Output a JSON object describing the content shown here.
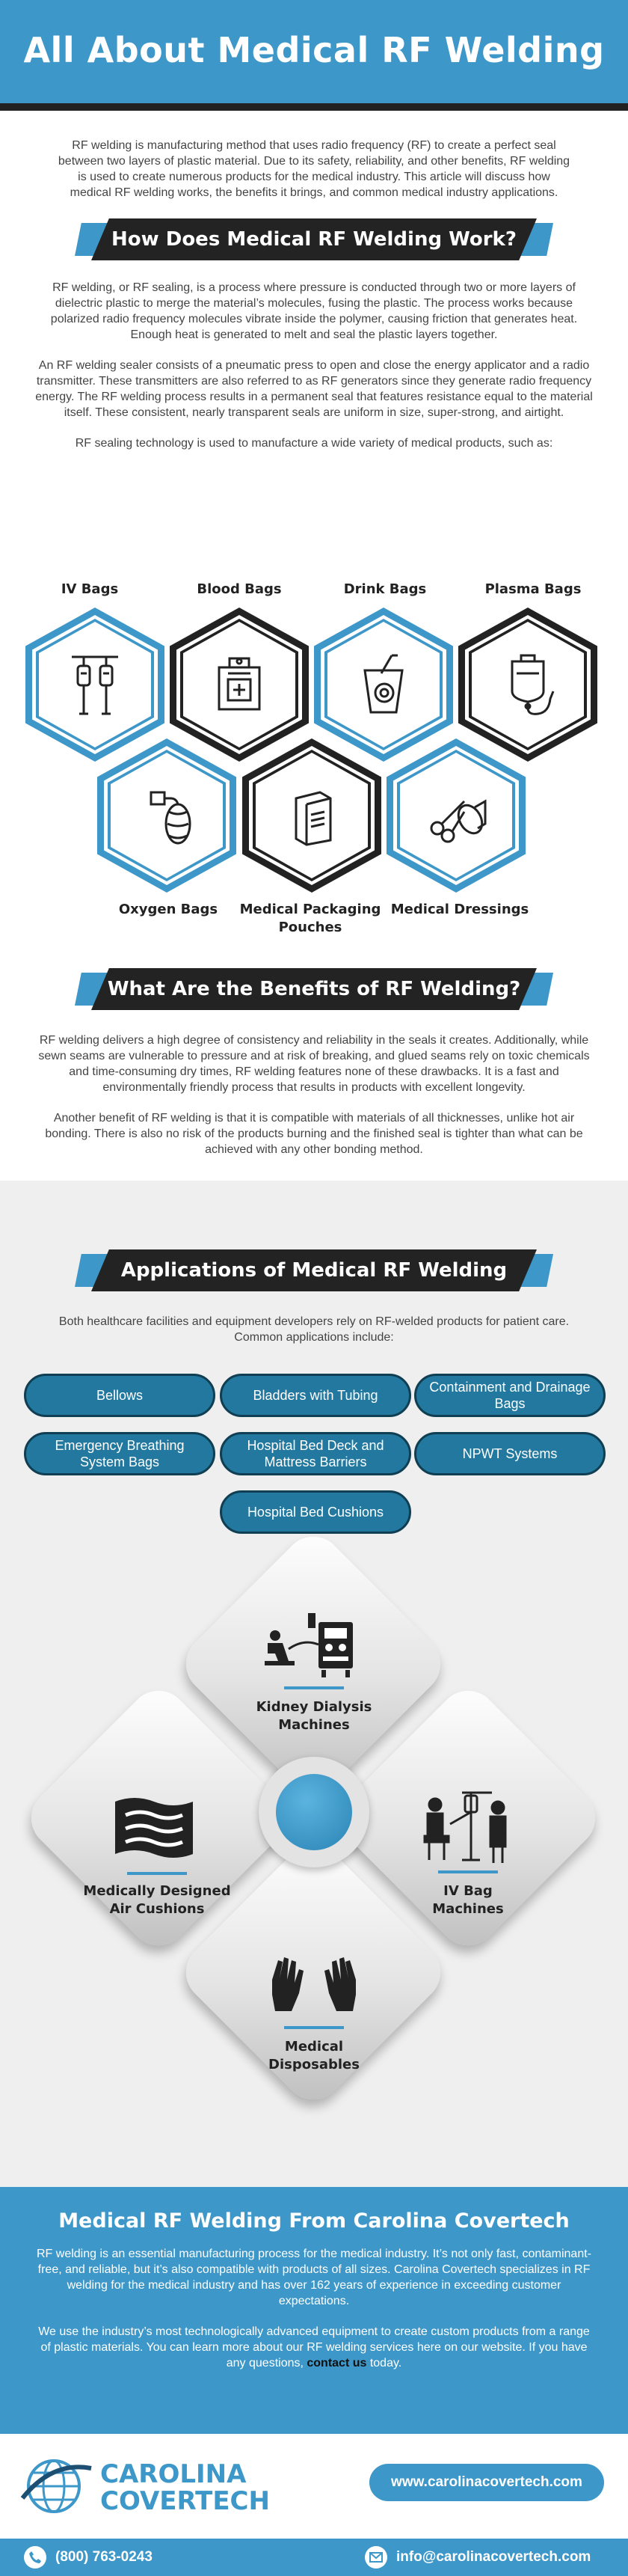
{
  "header": {
    "title": "All About Medical RF Welding"
  },
  "intro": "RF welding is manufacturing method that uses radio frequency (RF) to create a perfect seal between two layers of plastic material. Due to its safety, reliability, and other benefits, RF welding is used to create numerous products for the medical industry. This article will discuss how medical RF welding works, the benefits it brings, and common medical industry applications.",
  "how": {
    "title": "How Does Medical RF Welding Work?",
    "p1": "RF welding, or RF sealing, is a process where pressure is conducted through two or more layers of dielectric plastic to merge the material’s molecules, fusing the plastic. The process works because polarized radio frequency molecules vibrate inside the polymer, causing friction that generates heat. Enough heat is generated to melt and seal the plastic layers together.",
    "p2": "An RF welding sealer consists of a pneumatic press to open and close the energy applicator and a radio transmitter. These transmitters are also referred to as RF generators since they generate radio frequency energy. The RF welding process results in a permanent seal that features resistance equal to the material itself. These consistent, nearly transparent seals are uniform in size, super-strong, and airtight.",
    "p3": "RF sealing technology is used to manufacture a wide variety of medical products, such as:"
  },
  "products": [
    {
      "label": "IV Bags",
      "icon": "iv-bags-icon"
    },
    {
      "label": "Blood Bags",
      "icon": "blood-bag-icon"
    },
    {
      "label": "Drink Bags",
      "icon": "drink-bag-icon"
    },
    {
      "label": "Plasma Bags",
      "icon": "plasma-bag-icon"
    },
    {
      "label": "Oxygen Bags",
      "icon": "oxygen-bag-icon"
    },
    {
      "label": "Medical Packaging Pouches",
      "icon": "packaging-pouch-icon"
    },
    {
      "label": "Medical Dressings",
      "icon": "dressing-icon"
    }
  ],
  "benefits": {
    "title": "What Are the Benefits of RF Welding?",
    "p1": "RF welding delivers a high degree of consistency and reliability in the seals it creates. Additionally, while sewn seams are vulnerable to pressure and at risk of breaking, and glued seams rely on toxic chemicals and time-consuming dry times, RF welding features none of these drawbacks. It is a fast and environmentally friendly process that results in products with excellent longevity.",
    "p2": "Another benefit of RF welding is that it is compatible with materials of all thicknesses, unlike hot air bonding. There is also no risk of the products burning and the finished seal is tighter than what can be achieved with any other bonding method."
  },
  "applications": {
    "title": "Applications of Medical RF Welding",
    "intro": "Both healthcare facilities and equipment developers rely on RF-welded products for patient care. Common applications include:",
    "items": [
      "Bellows",
      "Bladders with Tubing",
      "Containment and Drainage Bags",
      "Emergency Breathing System Bags",
      "Hospital Bed Deck and Mattress Barriers",
      "NPWT Systems",
      "Hospital Bed Cushions"
    ],
    "diamonds": [
      {
        "label": "Kidney Dialysis Machines",
        "icon": "dialysis-machine-icon"
      },
      {
        "label": "Medically Designed Air Cushions",
        "icon": "air-cushion-icon"
      },
      {
        "label": "IV Bag Machines",
        "icon": "iv-bag-machine-icon"
      },
      {
        "label": "Medical Disposables",
        "icon": "gloves-icon"
      }
    ]
  },
  "carolina": {
    "title": "Medical RF Welding From Carolina Covertech",
    "p1": "RF welding is an essential manufacturing process for the medical industry. It’s not only fast, contaminant-free, and reliable, but it’s also compatible with products of all sizes. Carolina Covertech specializes in RF welding for the medical industry and has over 162 years of experience in exceeding customer expectations.",
    "p2_start": "We use the industry’s most technologically advanced equipment to create custom products from a range of plastic materials. You can learn more about our RF welding services here on our website. If you have any questions, ",
    "p2_link": "contact us",
    "p2_end": " today."
  },
  "footer": {
    "logo_line1": "CAROLINA",
    "logo_line2": "COVERTECH",
    "website": "www.carolinacovertech.com",
    "phone": "(800) 763-0243",
    "email": "info@carolinacovertech.com"
  },
  "colors": {
    "blue": "#3d97c8",
    "dark": "#232323",
    "pill": "#22789f"
  }
}
